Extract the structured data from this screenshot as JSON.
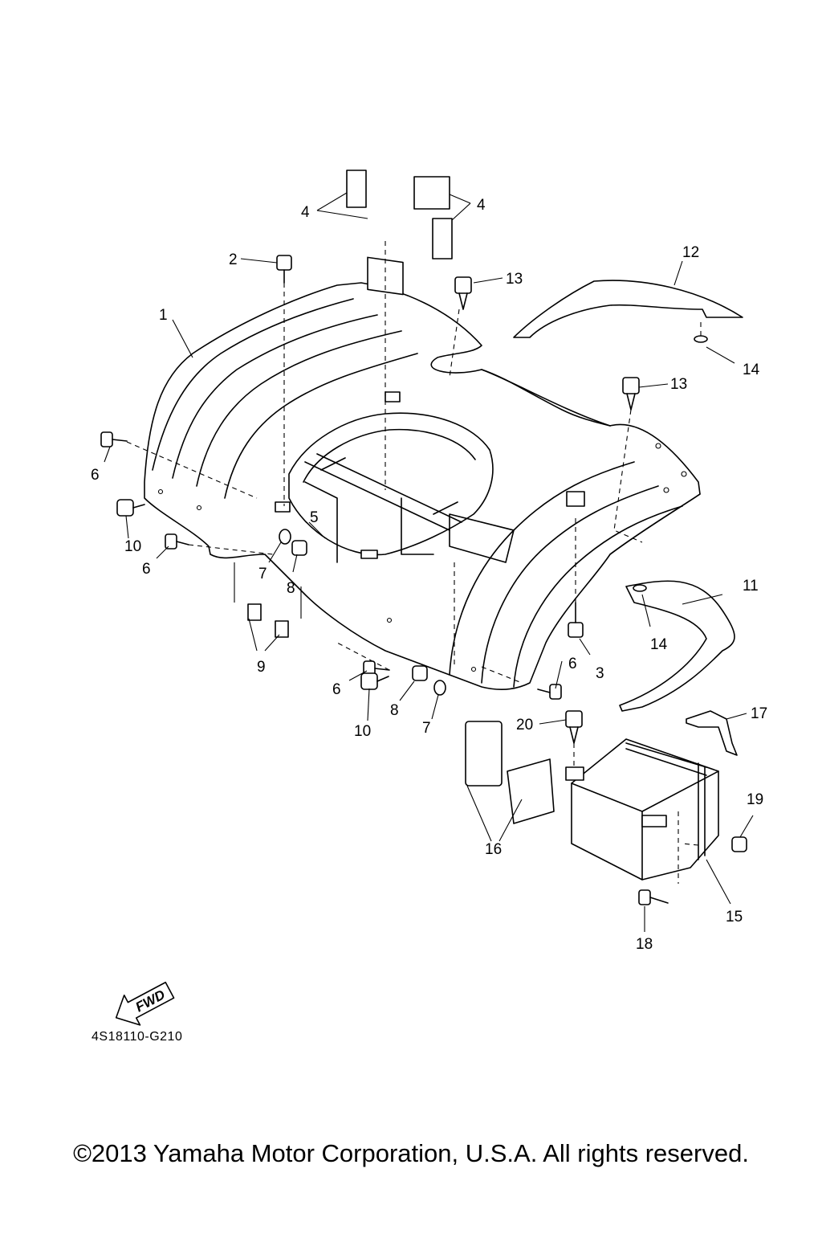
{
  "diagram": {
    "code": "4S18110-G210",
    "copyright": "©2013 Yamaha Motor Corporation, U.S.A. All rights reserved.",
    "fwd_label": "FWD",
    "callouts": [
      "1",
      "2",
      "3",
      "4",
      "4",
      "5",
      "6",
      "6",
      "6",
      "6",
      "7",
      "7",
      "8",
      "8",
      "9",
      "10",
      "10",
      "11",
      "12",
      "13",
      "13",
      "14",
      "14",
      "15",
      "16",
      "17",
      "18",
      "19",
      "20"
    ]
  }
}
